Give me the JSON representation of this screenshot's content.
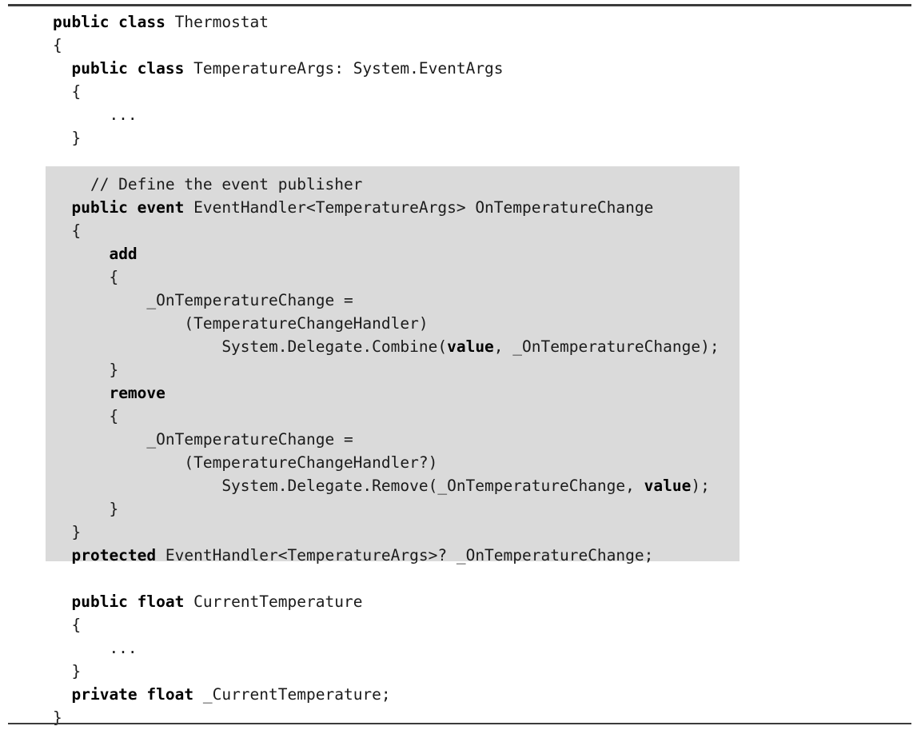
{
  "listing": {
    "language": "C#",
    "colors": {
      "page_background": "#ffffff",
      "highlight_background": "#dadada",
      "rule": "#3b3b3b",
      "text": "#1b1b1b"
    },
    "rules": {
      "top": "horizontal-rule-top",
      "bottom": "horizontal-rule-bottom"
    },
    "highlight_region": {
      "starts_at_line": 8,
      "ends_at_line": 24,
      "label": "Define the event publisher block"
    },
    "lines": [
      {
        "n": 1,
        "indent": "",
        "text": "public class Thermostat",
        "bold_prefix": "public class",
        "highlighted": false
      },
      {
        "n": 2,
        "indent": "",
        "text": "{",
        "bold_prefix": "",
        "highlighted": false
      },
      {
        "n": 3,
        "indent": "  ",
        "text": "public class TemperatureArgs: System.EventArgs",
        "bold_prefix": "public class",
        "highlighted": false
      },
      {
        "n": 4,
        "indent": "  ",
        "text": "{",
        "bold_prefix": "",
        "highlighted": false
      },
      {
        "n": 5,
        "indent": "      ",
        "text": "...",
        "bold_prefix": "",
        "highlighted": false
      },
      {
        "n": 6,
        "indent": "  ",
        "text": "}",
        "bold_prefix": "",
        "highlighted": false
      },
      {
        "n": 7,
        "indent": "",
        "text": "",
        "bold_prefix": "",
        "highlighted": false
      },
      {
        "n": 8,
        "indent": "    ",
        "text": "// Define the event publisher",
        "bold_prefix": "",
        "highlighted": true
      },
      {
        "n": 9,
        "indent": "  ",
        "text": "public event EventHandler<TemperatureArgs> OnTemperatureChange",
        "bold_prefix": "public event",
        "highlighted": true
      },
      {
        "n": 10,
        "indent": "  ",
        "text": "{",
        "bold_prefix": "",
        "highlighted": true
      },
      {
        "n": 11,
        "indent": "      ",
        "text": "add",
        "bold_prefix": "add",
        "highlighted": true
      },
      {
        "n": 12,
        "indent": "      ",
        "text": "{",
        "bold_prefix": "",
        "highlighted": true
      },
      {
        "n": 13,
        "indent": "          ",
        "text": "_OnTemperatureChange =",
        "bold_prefix": "",
        "highlighted": true
      },
      {
        "n": 14,
        "indent": "              ",
        "text": "(TemperatureChangeHandler)",
        "bold_prefix": "",
        "highlighted": true
      },
      {
        "n": 15,
        "indent": "                  ",
        "text": "System.Delegate.Combine(value, _OnTemperatureChange);",
        "bold_prefix": "",
        "highlighted": true
      },
      {
        "n": 16,
        "indent": "      ",
        "text": "}",
        "bold_prefix": "",
        "highlighted": true
      },
      {
        "n": 17,
        "indent": "      ",
        "text": "remove",
        "bold_prefix": "remove",
        "highlighted": true
      },
      {
        "n": 18,
        "indent": "      ",
        "text": "{",
        "bold_prefix": "",
        "highlighted": true
      },
      {
        "n": 19,
        "indent": "          ",
        "text": "_OnTemperatureChange =",
        "bold_prefix": "",
        "highlighted": true
      },
      {
        "n": 20,
        "indent": "              ",
        "text": "(TemperatureChangeHandler?)",
        "bold_prefix": "",
        "highlighted": true
      },
      {
        "n": 21,
        "indent": "                  ",
        "text": "System.Delegate.Remove(_OnTemperatureChange, value);",
        "bold_prefix": "",
        "highlighted": true
      },
      {
        "n": 22,
        "indent": "      ",
        "text": "}",
        "bold_prefix": "",
        "highlighted": true
      },
      {
        "n": 23,
        "indent": "  ",
        "text": "}",
        "bold_prefix": "",
        "highlighted": true
      },
      {
        "n": 24,
        "indent": "  ",
        "text": "protected EventHandler<TemperatureArgs>? _OnTemperatureChange;",
        "bold_prefix": "protected",
        "highlighted": true
      },
      {
        "n": 25,
        "indent": "",
        "text": "",
        "bold_prefix": "",
        "highlighted": false
      },
      {
        "n": 26,
        "indent": "  ",
        "text": "public float CurrentTemperature",
        "bold_prefix": "public float",
        "highlighted": false
      },
      {
        "n": 27,
        "indent": "  ",
        "text": "{",
        "bold_prefix": "",
        "highlighted": false
      },
      {
        "n": 28,
        "indent": "      ",
        "text": "...",
        "bold_prefix": "",
        "highlighted": false
      },
      {
        "n": 29,
        "indent": "  ",
        "text": "}",
        "bold_prefix": "",
        "highlighted": false
      },
      {
        "n": 30,
        "indent": "  ",
        "text": "private float _CurrentTemperature;",
        "bold_prefix": "private float",
        "highlighted": false
      },
      {
        "n": 31,
        "indent": "",
        "text": "}",
        "bold_prefix": "",
        "highlighted": false
      }
    ],
    "bold_tokens_inline": [
      "value"
    ]
  }
}
